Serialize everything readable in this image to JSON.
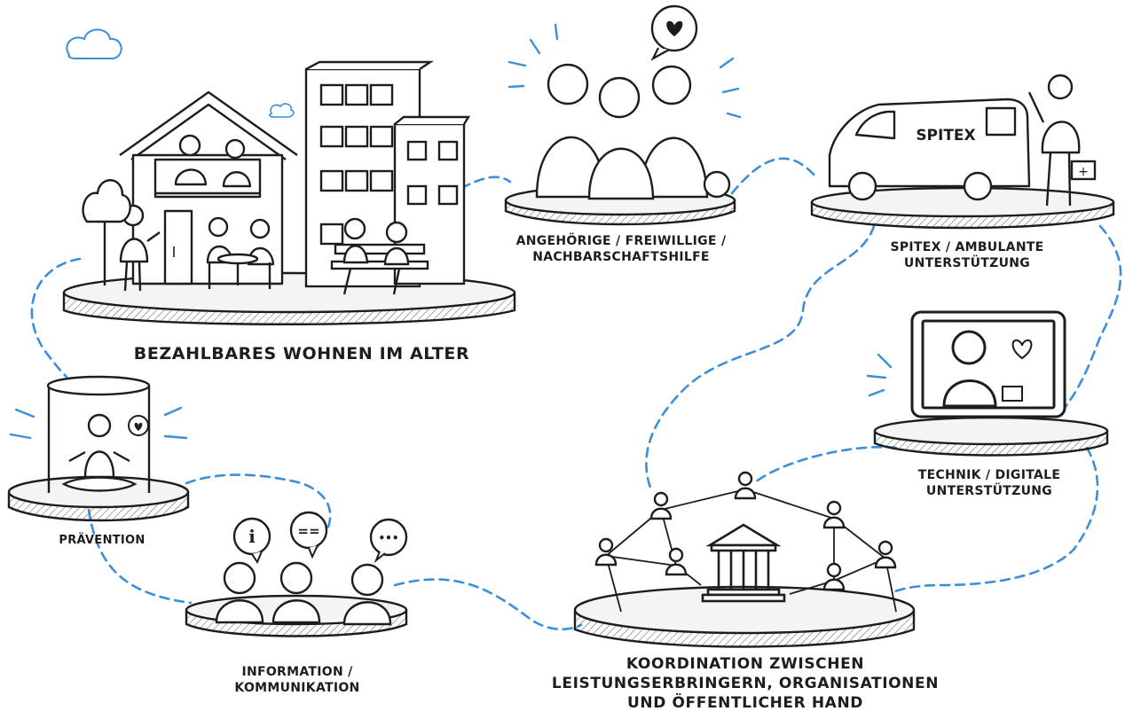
{
  "stations": {
    "housing": {
      "label": "BEZAHLBARES WOHNEN IM ALTER"
    },
    "relatives": {
      "label_line1": "ANGEHÖRIGE / FREIWILLIGE /",
      "label_line2": "NACHBARSCHAFTSHILFE"
    },
    "spitex": {
      "label_line1": "SPITEX / AMBULANTE",
      "label_line2": "UNTERSTÜTZUNG",
      "van_text": "SPITEX"
    },
    "technik": {
      "label_line1": "TECHNIK / DIGITALE",
      "label_line2": "UNTERSTÜTZUNG"
    },
    "praevention": {
      "label": "PRÄVENTION"
    },
    "information": {
      "label_line1": "INFORMATION /",
      "label_line2": "KOMMUNIKATION",
      "bubble_info": "i",
      "bubble_equal": "==",
      "bubble_dots": "•••"
    },
    "koordination": {
      "label_line1": "KOORDINATION ZWISCHEN",
      "label_line2": "LEISTUNGSERBRINGERN, ORGANISATIONEN",
      "label_line3": "UND ÖFFENTLICHER HAND"
    }
  },
  "colors": {
    "ink": "#1d1d1d",
    "accent": "#3b8fd9",
    "platform": "#f4f4f4"
  }
}
